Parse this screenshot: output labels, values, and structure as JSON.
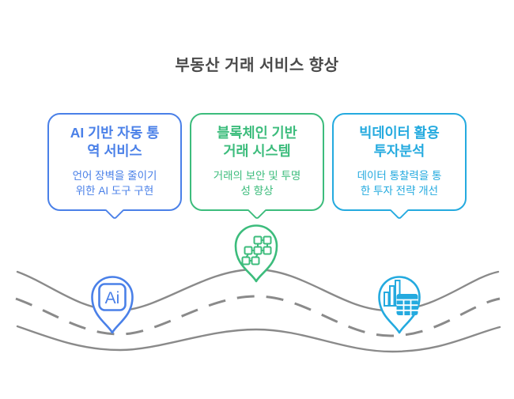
{
  "page": {
    "title": "부동산 거래 서비스 향상",
    "title_color": "#4a4a4a",
    "background": "#ffffff"
  },
  "cards": [
    {
      "name": "ai-translation-card",
      "accent": "#4a80e8",
      "title": "AI 기반 자동 통역 서비스",
      "title_lines": [
        "AI 기반 자동 통",
        "역 서비스"
      ],
      "subtitle": "언어 장벽을 줄이기 위한 AI 도구 구현",
      "subtitle_lines": [
        "언어 장벽을 줄이기",
        "위한 AI 도구 구현"
      ]
    },
    {
      "name": "blockchain-card",
      "accent": "#3cbc7c",
      "title": "블록체인 기반 거래 시스템",
      "title_lines": [
        "블록체인 기반",
        "거래 시스템"
      ],
      "subtitle": "거래의 보안 및 투명성 향상",
      "subtitle_lines": [
        "거래의 보안 및 투명",
        "성 향상"
      ]
    },
    {
      "name": "bigdata-card",
      "accent": "#24aadf",
      "title": "빅데이터 활용 투자분석",
      "title_lines": [
        "빅데이터 활용",
        "투자분석"
      ],
      "subtitle": "데이터 통찰력을 통한 투자 전략 개선",
      "subtitle_lines": [
        "데이터 통찰력을 통",
        "한 투자 전략 개선"
      ]
    }
  ],
  "pins": [
    {
      "name": "ai-pin",
      "label": "Ai",
      "color": "#4a80e8",
      "icon": "ai-badge-icon"
    },
    {
      "name": "blockchain-pin",
      "color": "#3cbc7c",
      "icon": "blockchain-icon"
    },
    {
      "name": "bigdata-pin",
      "color": "#24aadf",
      "icon": "bar-chart-table-icon"
    }
  ],
  "road": {
    "color": "#8a8a8a"
  }
}
